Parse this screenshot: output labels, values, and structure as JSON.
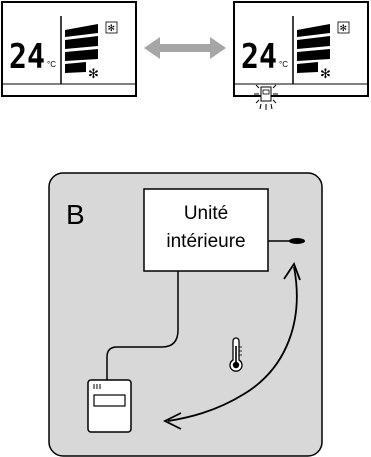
{
  "display_left": {
    "temperature": "24",
    "unit": "°C"
  },
  "display_right": {
    "temperature": "24",
    "unit": "°C"
  },
  "icons": {
    "fan": "fan-icon",
    "mode": "snowflake-mode-icon",
    "sensor": "remote-sensor-flashing-icon",
    "thermometer": "thermometer-icon",
    "swap": "double-arrow-icon"
  },
  "panel": {
    "letter": "B",
    "indoor_unit_line1": "Unité",
    "indoor_unit_line2": "intérieure"
  },
  "colors": {
    "panel_bg": "#d8d8d8",
    "arrow": "#a6a6a6",
    "lines": "#000000"
  }
}
